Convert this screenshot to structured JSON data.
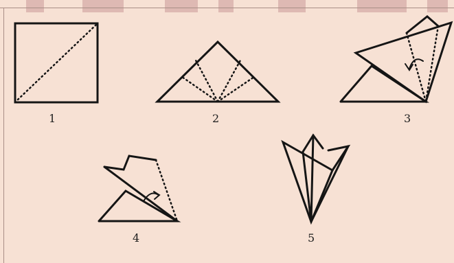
{
  "colors": {
    "background": "#f7e1d4",
    "line": "#151515",
    "watermark": "#d9b1ad"
  },
  "steps": [
    {
      "label": "1"
    },
    {
      "label": "2"
    },
    {
      "label": "3"
    },
    {
      "label": "4"
    },
    {
      "label": "5"
    }
  ]
}
